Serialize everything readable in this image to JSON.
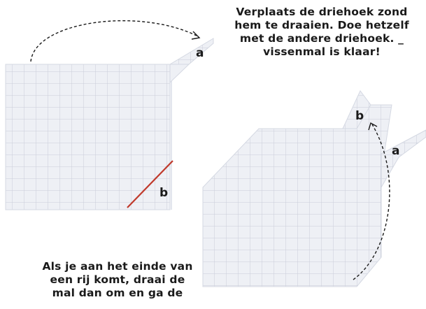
{
  "instruction_top": {
    "line1": "Verplaats de driehoek zond",
    "line2": "hem te draaien. Doe hetzelf",
    "line3": "met de andere driehoek. _",
    "line4": "vissenmal is klaar!"
  },
  "instruction_bottom": {
    "line1": "Als je aan het einde van",
    "line2": "een rij komt, draai de",
    "line3": "mal dan om en ga de"
  },
  "labels": {
    "left_a": "a",
    "left_b": "b",
    "right_a": "a",
    "right_b": "b"
  },
  "colors": {
    "paper": "#eef0f5",
    "grid_line": "#c9cdd9",
    "cut_line": "#c0392b",
    "arrow": "#1a1a1a",
    "text": "#1a1a1a"
  }
}
